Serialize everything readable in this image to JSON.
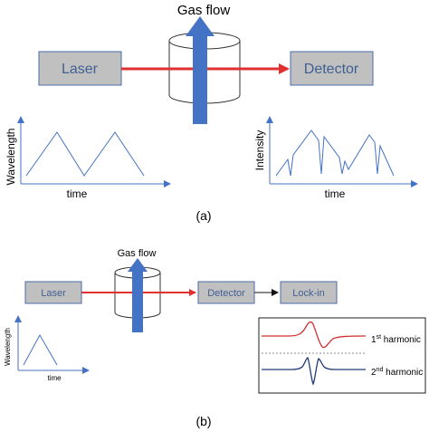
{
  "panel_a": {
    "gas_flow": "Gas flow",
    "laser": "Laser",
    "detector": "Detector",
    "left_plot": {
      "ylabel": "Wavelength",
      "xlabel": "time"
    },
    "right_plot": {
      "ylabel": "Intensity",
      "xlabel": "time"
    },
    "caption": "(a)"
  },
  "panel_b": {
    "gas_flow": "Gas flow",
    "laser": "Laser",
    "detector": "Detector",
    "lockin": "Lock-in",
    "left_plot": {
      "ylabel": "Wavelength",
      "xlabel": "time"
    },
    "harmonics": {
      "first_num": "1",
      "first_sup": "st",
      "first_word": " harmonic",
      "second_num": "2",
      "second_sup": "nd",
      "second_word": " harmonic"
    },
    "caption": "(b)"
  },
  "colors": {
    "box_fill": "#c0c0c0",
    "box_stroke": "#4a6ea8",
    "text_box": "#3f5f95",
    "beam": "#e03030",
    "gas_arrow": "#4472c4",
    "axis": "#4472c4",
    "first_harmonic": "#d03030",
    "second_harmonic": "#203a78"
  }
}
